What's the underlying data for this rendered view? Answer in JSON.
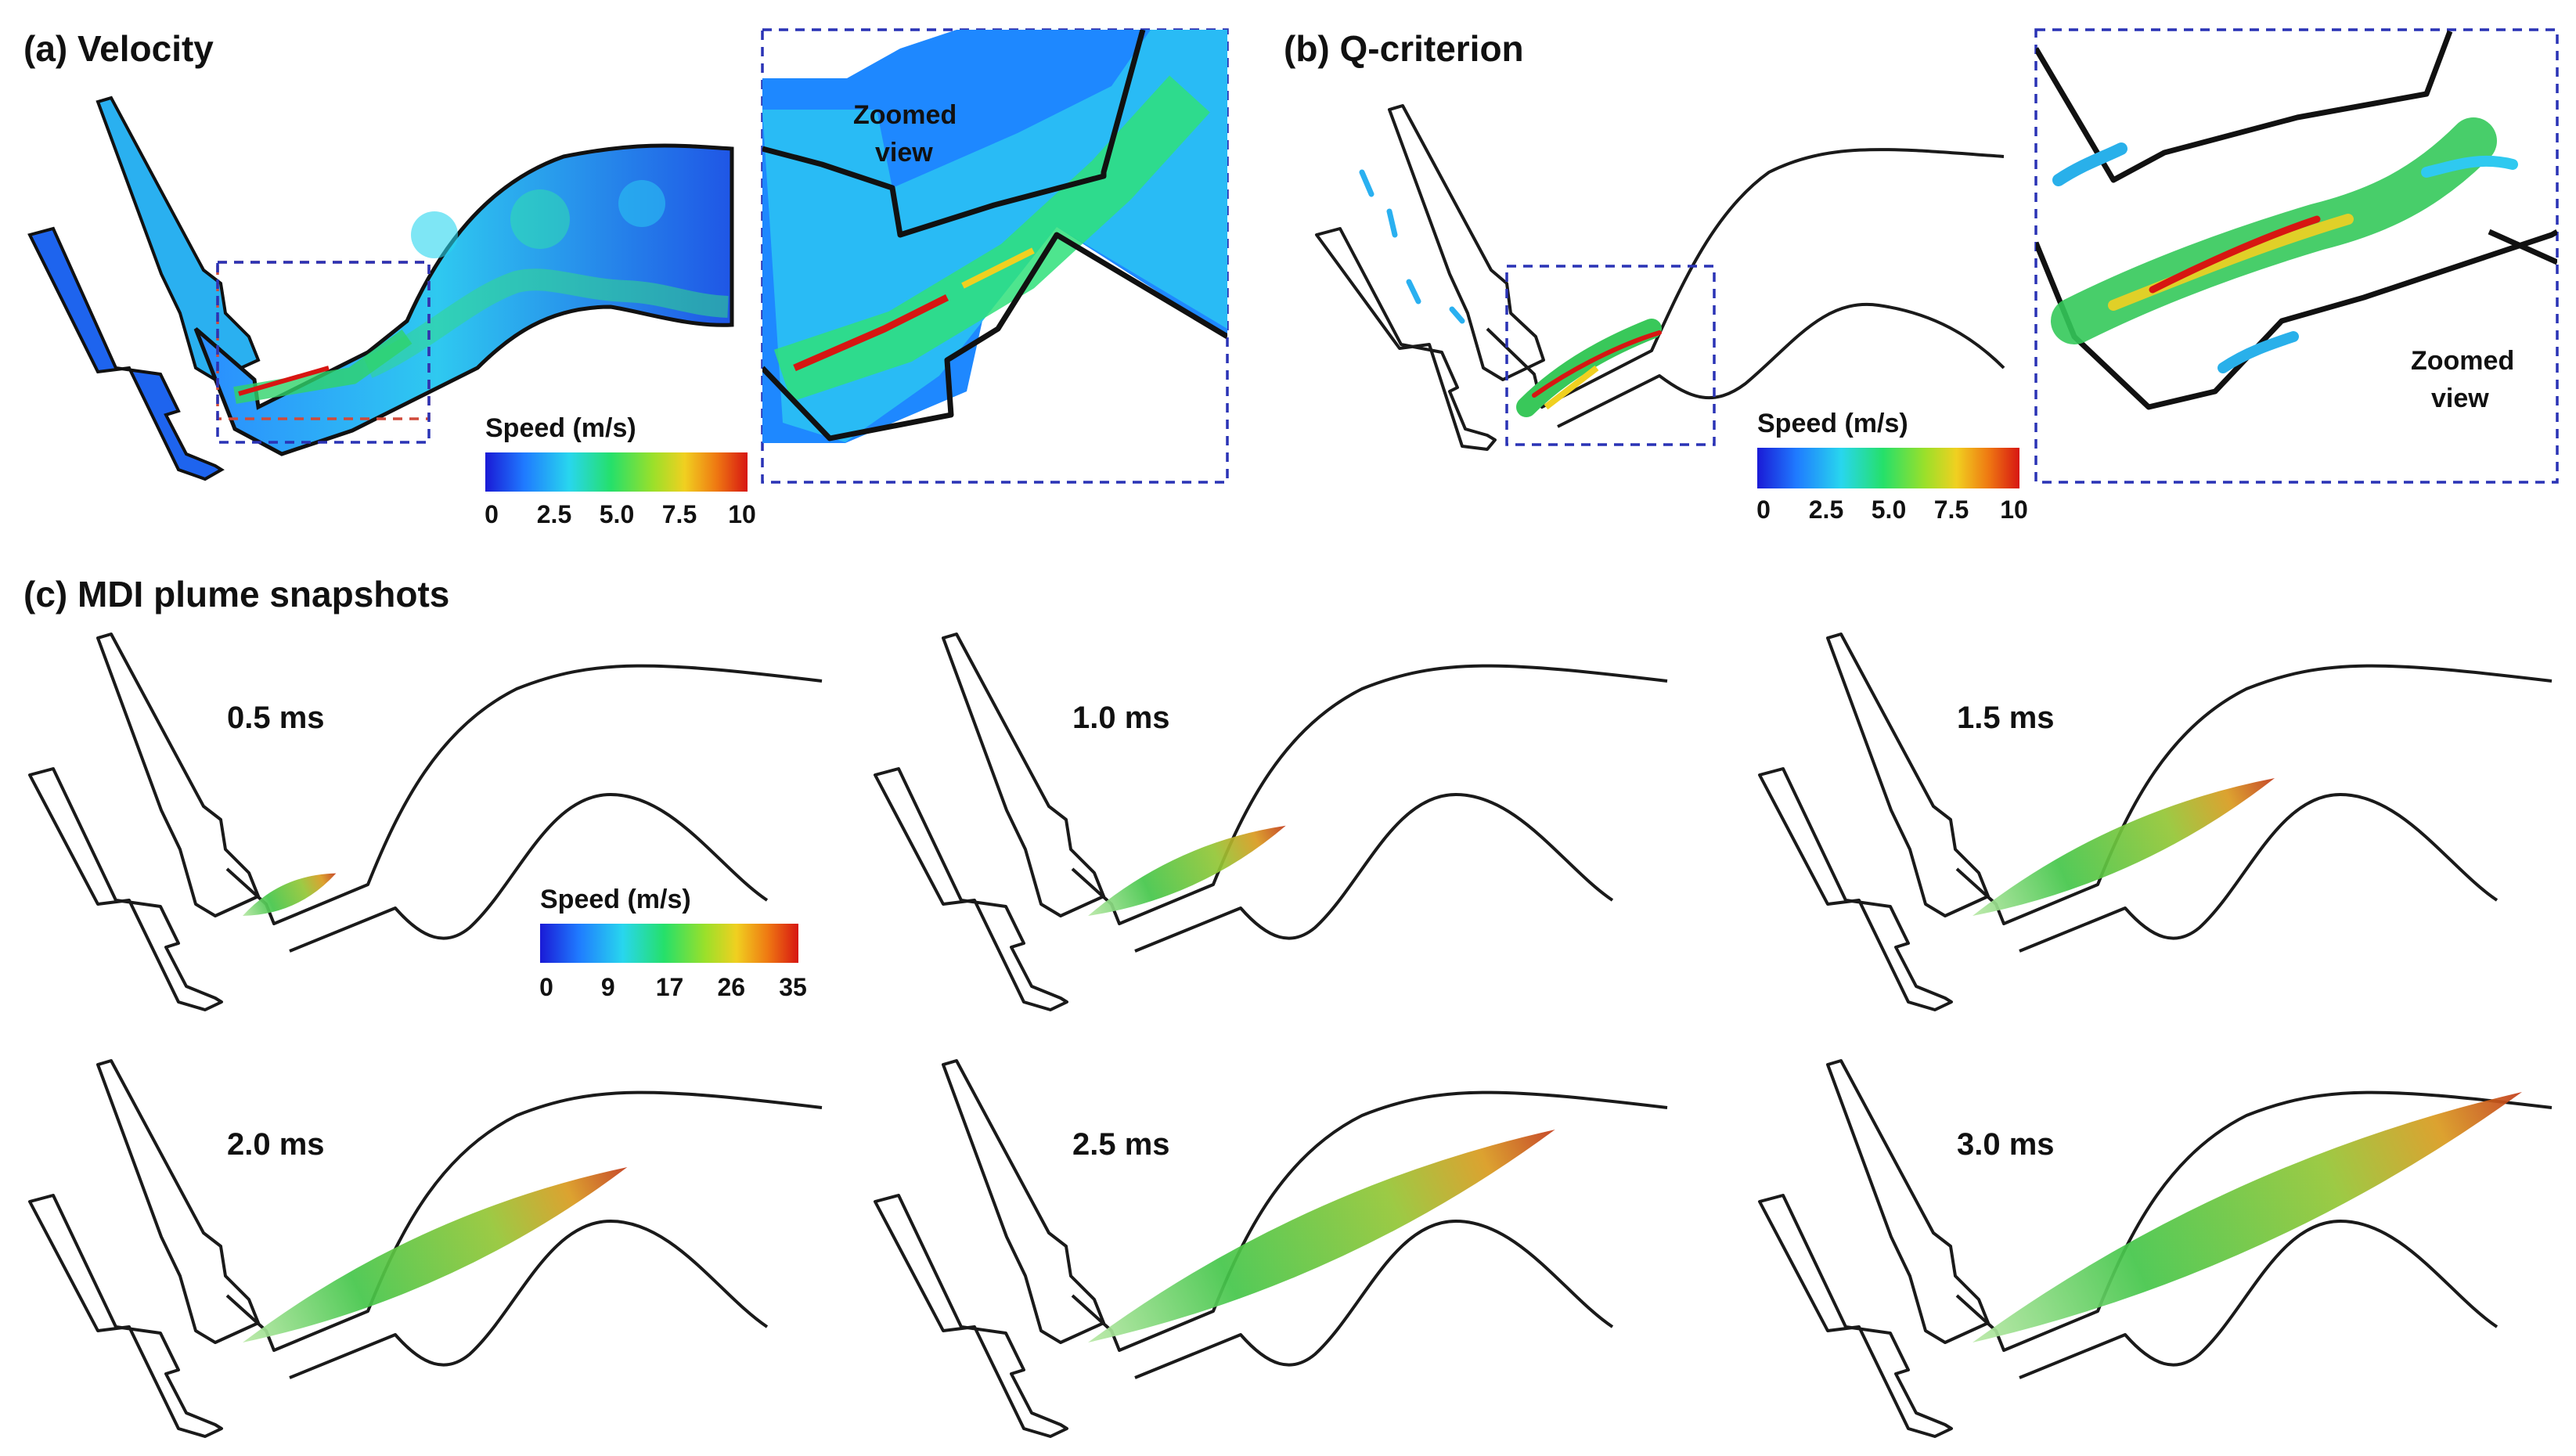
{
  "panels": {
    "a": {
      "title": "(a) Velocity",
      "zoom_label_line1": "Zoomed",
      "zoom_label_line2": "view"
    },
    "b": {
      "title": "(b) Q-criterion",
      "zoom_label_line1": "Zoomed",
      "zoom_label_line2": "view"
    },
    "c": {
      "title": "(c) MDI plume snapshots"
    }
  },
  "colorbar_ab": {
    "title": "Speed (m/s)",
    "ticks": [
      "0",
      "2.5",
      "5.0",
      "7.5",
      "10"
    ]
  },
  "colorbar_c": {
    "title": "Speed (m/s)",
    "ticks": [
      "0",
      "9",
      "17",
      "26",
      "35"
    ]
  },
  "snapshots": [
    {
      "time": "0.5 ms",
      "extent": 0.17
    },
    {
      "time": "1.0 ms",
      "extent": 0.36
    },
    {
      "time": "1.5 ms",
      "extent": 0.55
    },
    {
      "time": "2.0 ms",
      "extent": 0.7
    },
    {
      "time": "2.5 ms",
      "extent": 0.85
    },
    {
      "time": "3.0 ms",
      "extent": 1.0
    }
  ],
  "colors": {
    "outline": "#1a1a1a",
    "zoom_box": "#2a33b5",
    "highlight_box": "#d04a3a",
    "colormap": [
      "#1a1ad6",
      "#1f7bff",
      "#28d6ee",
      "#25e06a",
      "#9be02a",
      "#f0d020",
      "#ef7a12",
      "#d71612"
    ]
  }
}
